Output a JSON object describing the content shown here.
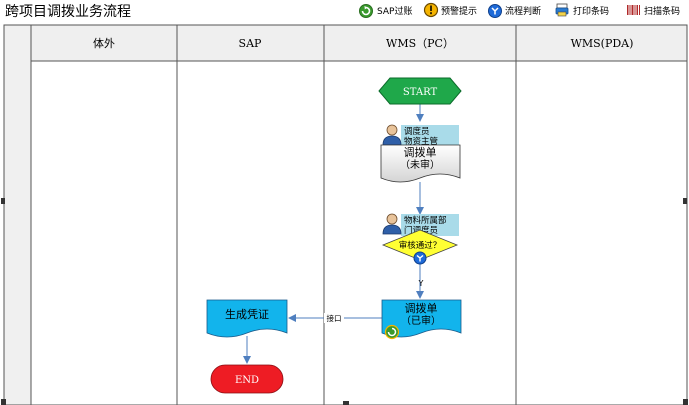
{
  "title": "跨项目调拨业务流程",
  "legend": [
    {
      "icon": "sap-posting-icon",
      "label": "SAP过账",
      "color": "#3a9a2e"
    },
    {
      "icon": "warning-icon",
      "label": "预警提示",
      "color": "#e8a317"
    },
    {
      "icon": "flow-decision-icon",
      "label": "流程判断",
      "color": "#1e6ad8"
    },
    {
      "icon": "print-barcode-icon",
      "label": "打印条码",
      "color": "#2a7bd0"
    },
    {
      "icon": "scan-barcode-icon",
      "label": "扫描条码",
      "color": "#b02a2a"
    }
  ],
  "lanes": [
    "体外",
    "SAP",
    "WMS（PC）",
    "WMS(PDA)"
  ],
  "nodes": {
    "start": "START",
    "role1": {
      "line1": "调度员",
      "line2": "物资主管"
    },
    "doc1": {
      "line1": "调拨单",
      "line2": "（未审）"
    },
    "role2": {
      "line1": "物料所属部",
      "line2": "门调度员"
    },
    "decision": "审核通过？",
    "yes_label": "Y",
    "doc2": {
      "line1": "调拨单",
      "line2": "（已审）"
    },
    "interface_label": "接口",
    "voucher": "生成凭证",
    "end": "END"
  },
  "colors": {
    "start_fill": "#1fa84a",
    "end_fill": "#ee1c24",
    "doc_fill": "#12b4ec",
    "doc_plain_fill": "#e6e6e6",
    "decision_fill": "#ffff33",
    "role_tag_fill": "#a9dbe9",
    "connector": "#4f7fbf"
  }
}
